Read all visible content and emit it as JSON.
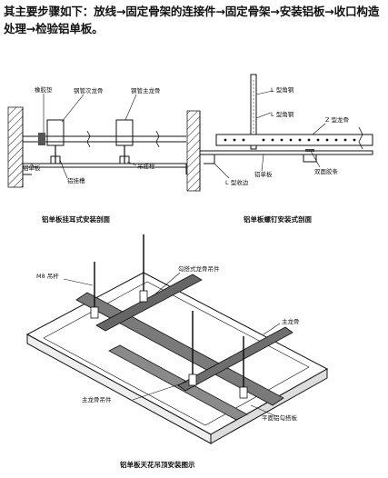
{
  "intro": "其主要步骤如下：放线→固定骨架的连接件→固定骨架→安装铝板→收口构造处理→检验铝单板。",
  "fig1": {
    "caption": "铝单板挂耳式安装剖面",
    "labels": {
      "rubber_pad": "橡胶垫",
      "steel_secondary": "钢管次龙骨",
      "steel_main": "钢管主龙骨",
      "aluminum_panel": "铝单板",
      "hanger_bolt": "吊挂栓",
      "hook": "铝挂槽"
    }
  },
  "fig2": {
    "caption": "铝单板螺钉安装式剖面",
    "labels": {
      "l_angle_top": "L 型角钢",
      "l_angle_mid": "L 型角钢",
      "z_keel": "Z 型龙骨",
      "aluminum_panel": "铝单板",
      "double_tape": "双面胶条",
      "l_edge": "L 型收边"
    }
  },
  "fig3": {
    "caption": "铝单板天花吊顶安装图示",
    "labels": {
      "m8_rod": "M8 吊杆",
      "hook_hanger": "勾搭式龙骨吊件",
      "main_keel": "主龙骨",
      "main_hanger": "主龙骨吊件",
      "flat_sheet": "平面铝勾搭板"
    }
  }
}
